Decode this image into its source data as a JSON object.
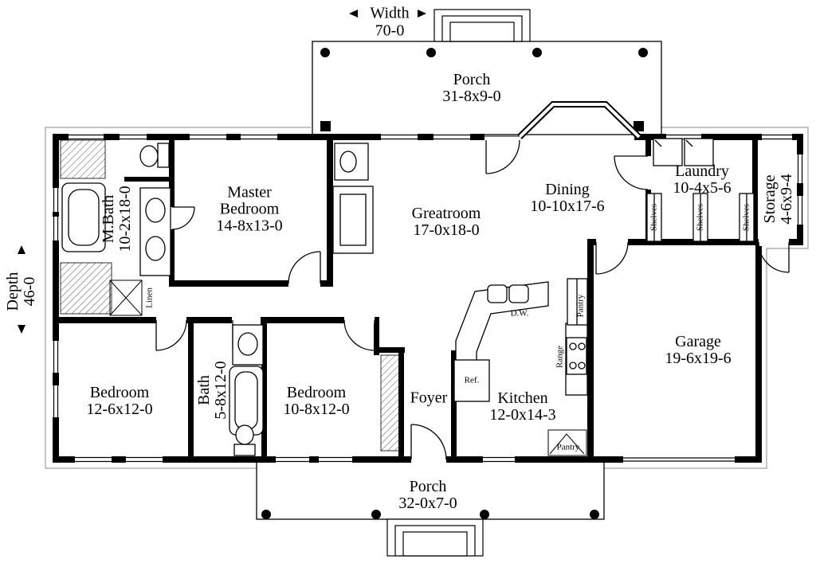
{
  "meta": {
    "description": "Single-story house floor plan drawing"
  },
  "dimensions": {
    "width": {
      "label": "Width",
      "value": "70-0"
    },
    "depth": {
      "label": "Depth",
      "value": "46-0"
    }
  },
  "rooms": {
    "porch_top": {
      "name": "Porch",
      "size": "31-8x9-0"
    },
    "master_bedroom": {
      "name": "Master Bedroom",
      "size": "14-8x13-0"
    },
    "m_bath": {
      "name": "M.Bath",
      "size": "10-2x18-0"
    },
    "greatroom": {
      "name": "Greatroom",
      "size": "17-0x18-0"
    },
    "dining": {
      "name": "Dining",
      "size": "10-10x17-6"
    },
    "laundry": {
      "name": "Laundry",
      "size": "10-4x5-6"
    },
    "storage": {
      "name": "Storage",
      "size": "4-6x9-4"
    },
    "garage": {
      "name": "Garage",
      "size": "19-6x19-6"
    },
    "kitchen": {
      "name": "Kitchen",
      "size": "12-0x14-3"
    },
    "foyer": {
      "name": "Foyer"
    },
    "bedroom_left": {
      "name": "Bedroom",
      "size": "12-6x12-0"
    },
    "bath": {
      "name": "Bath",
      "size": "5-8x12-0"
    },
    "bedroom_middle": {
      "name": "Bedroom",
      "size": "10-8x12-0"
    },
    "porch_bottom": {
      "name": "Porch",
      "size": "32-0x7-0"
    }
  },
  "fixtures": {
    "linen": "Linen",
    "shelves_left": "Shelves",
    "shelves_middle": "Shelves",
    "shelves_right": "Shelves",
    "pantry_upper": "Pantry",
    "pantry_lower": "Pantry",
    "refrigerator": "Ref.",
    "dishwasher": "D.W.",
    "range": "Range"
  },
  "colors": {
    "ink": "#000000",
    "paper": "#ffffff"
  }
}
